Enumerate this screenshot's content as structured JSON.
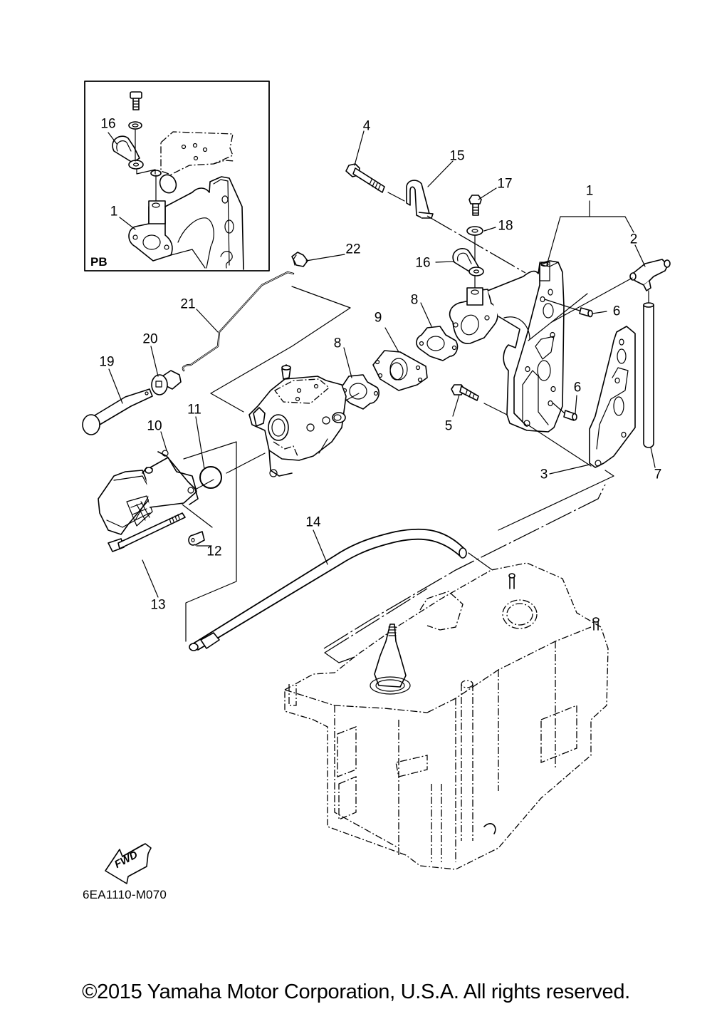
{
  "diagram": {
    "title": "Intake (PB variant inset)",
    "inset": {
      "label": "PB",
      "callouts": [
        "16",
        "1"
      ]
    },
    "callouts": {
      "c1": "1",
      "c2": "2",
      "c3": "3",
      "c4": "4",
      "c5": "5",
      "c6a": "6",
      "c6b": "6",
      "c7": "7",
      "c8a": "8",
      "c8b": "8",
      "c9": "9",
      "c10": "10",
      "c11": "11",
      "c12": "12",
      "c13": "13",
      "c14": "14",
      "c15": "15",
      "c16": "16",
      "c17": "17",
      "c18": "18",
      "c19": "19",
      "c20": "20",
      "c21": "21",
      "c22": "22"
    },
    "direction_marker": "FWD",
    "drawing_code": "6EA1110-M070"
  },
  "footer": {
    "copyright": "©2015 Yamaha Motor Corporation, U.S.A. All rights reserved."
  }
}
